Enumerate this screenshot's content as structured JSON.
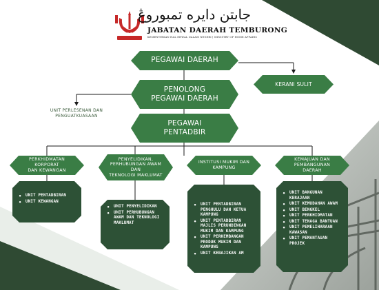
{
  "header": {
    "jawi_text": "جابتن دايره تمبوروڠ",
    "title": "JABATAN DAERAH TEMBURONG",
    "subtitle": "KEMENTERIAN HAL EHWAL DALAM NEGERI | MINISTRY OF HOME AFFAIRS"
  },
  "nodes": {
    "pegawai_daerah": "PEGAWAI DAERAH",
    "kerani_sulit": "KERANI SULIT",
    "penolong_line1": "PENOLONG",
    "penolong_line2": "PEGAWAI DAERAH",
    "unit_perlesenan_line1": "UNIT PERLESENAN DAN",
    "unit_perlesenan_line2": "PENGUATKUASAAN",
    "pentadbir_line1": "PEGAWAI",
    "pentadbir_line2": "PENTADBIR"
  },
  "divisions": [
    {
      "title_lines": [
        "PERKHIDMATAN KORPORAT",
        "DAN KEWANGAN"
      ],
      "units": [
        "UNIT PENTADBIRAN",
        "UNIT KEWANGAN"
      ]
    },
    {
      "title_lines": [
        "PENYELIDIKAN,",
        "PERHUBUNGAN AWAM DAN",
        "TEKNOLOGI MAKLUMAT"
      ],
      "units": [
        "UNIT PENYELIDIKAN",
        "UNIT PERHUBUNGAN AWAM DAN TEKNOLOGI MAKLUMAT"
      ]
    },
    {
      "title_lines": [
        "INSTITUSI MUKIM DAN",
        "KAMPUNG"
      ],
      "units": [
        "UNIT PENTADBIRAN PENGHULU DAN KETUA KAMPUNG",
        "UNIT PENTADBIRAN MAJLIS PERUNDINGAN MUKIM DAN KAMPUNG",
        "UNIT PERKEMBANGAN PRODUK MUKIM DAN KAMPUNG",
        "UNIT KEBAJIKAN AM"
      ]
    },
    {
      "title_lines": [
        "KEMAJUAN DAN",
        "PEMBANGUNAN DAERAH"
      ],
      "units": [
        "UNIT BANGUNAN KERAJAAN",
        "UNIT KEMUDAHAN AWAM",
        "UNIT BENGKEL",
        "UNIT PERKHIDMATAN",
        "UNIT TENAGA BANTUAN",
        "UNIT PEMELIHARAAN KAWASAN",
        "UNIT PEMANTAUAN PROJEK"
      ]
    }
  ],
  "colors": {
    "node_green": "#3a7d45",
    "unit_dark_green": "#2d5136",
    "corner_dark": "#2f4a33",
    "corner_light": "#dfe6df"
  }
}
